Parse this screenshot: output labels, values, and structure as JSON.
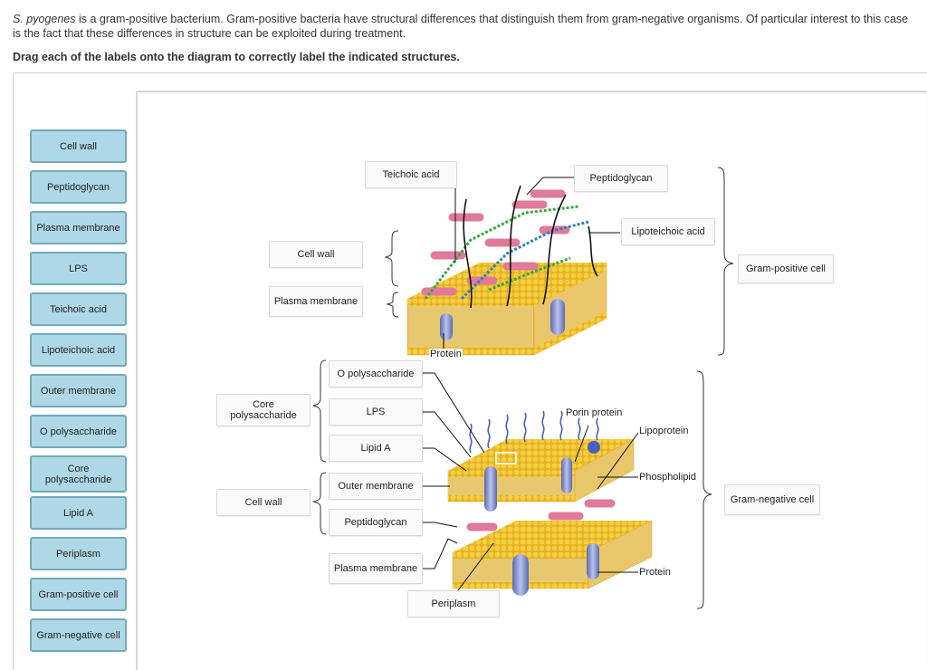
{
  "intro": {
    "italic": "S. pyogenes",
    "rest": " is a gram-positive bacterium. Gram-positive bacteria have structural differences that distinguish them from gram-negative organisms. Of particular interest to this case is the fact that these differences in structure can be exploited during treatment."
  },
  "instruction": "Drag each of the labels onto the diagram to correctly label the indicated structures.",
  "label_bank": [
    "Cell wall",
    "Peptidoglycan",
    "Plasma membrane",
    "LPS",
    "Teichoic acid",
    "Lipoteichoic acid",
    "Outer membrane",
    "O polysaccharide",
    "Core polysaccharide",
    "Lipid A",
    "Periplasm",
    "Gram-positive cell",
    "Gram-negative cell"
  ],
  "drop_zones": {
    "teichoic_acid": "Teichoic acid",
    "peptidoglycan_top": "Peptidoglycan",
    "lipoteichoic_acid": "Lipoteichoic acid",
    "cell_wall_top": "Cell wall",
    "plasma_membrane_top": "Plasma membrane",
    "gram_positive_cell": "Gram-positive cell",
    "o_polysaccharide": "O polysaccharide",
    "core_polysaccharide": "Core polysaccharide",
    "lps": "LPS",
    "lipid_a": "Lipid A",
    "outer_membrane": "Outer membrane",
    "cell_wall_bottom": "Cell wall",
    "peptidoglycan_bottom": "Peptidoglycan",
    "plasma_membrane_bottom": "Plasma membrane",
    "periplasm": "Periplasm",
    "gram_negative_cell": "Gram-negative cell"
  },
  "diagram_labels": {
    "protein_top": "Protein",
    "porin_protein": "Porin protein",
    "lipoprotein": "Lipoprotein",
    "phospholipid": "Phospholipid",
    "protein_bottom": "Protein"
  },
  "colors": {
    "label_fill": "#aed8e6",
    "label_border": "#74a9ba",
    "lipid_head": "#f2c230",
    "lipid_tail": "#e5a92a",
    "peptidoglycan_rod": "#b8622d",
    "glycan_band": "#e07a9a",
    "teichoic_bead_green": "#3aa844",
    "teichoic_bead_blue": "#2f7fc1",
    "membrane_protein": "#8f9bd4",
    "lps_chain": "#4a5ec2"
  }
}
